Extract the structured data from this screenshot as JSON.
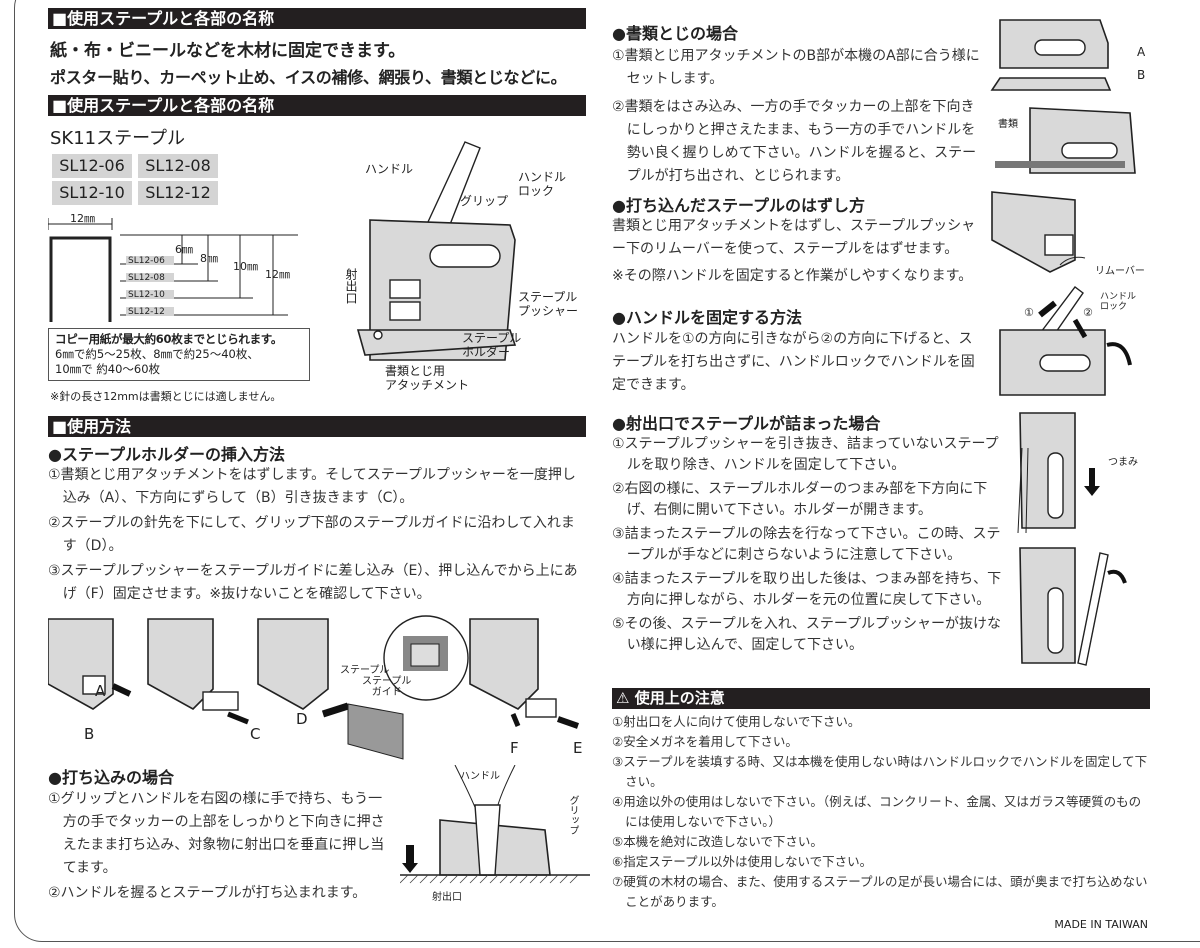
{
  "left": {
    "header1": "■使用ステープルと各部の名称",
    "intro": [
      "紙・布・ビニールなどを木材に固定できます。",
      "ポスター貼り、カーペット止め、イスの補修、網張り、書類とじなどに。"
    ],
    "header2": "■使用ステープルと各部の名称",
    "staple_title": "SK11ステープル",
    "models": [
      "SL12-06",
      "SL12-08",
      "SL12-10",
      "SL12-12"
    ],
    "width_label": "12㎜",
    "lengths": [
      "6㎜",
      "8㎜",
      "10㎜",
      "12㎜"
    ],
    "parts": {
      "handle": "ハンドル",
      "grip": "グリップ",
      "handle_lock": "ハンドル\nロック",
      "outlet": "射出口",
      "pusher": "ステープル\nプッシャー",
      "holder": "ステープル\nホルダー",
      "attachment": "書類とじ用\nアタッチメント"
    },
    "capacity": [
      "コピー用紙が最大約60枚までとじられます。",
      "6㎜で約5～25枚、8㎜で約25～40枚、",
      "10㎜で 約40～60枚"
    ],
    "note": "※針の長さ12mmは書類とじには適しません。",
    "header3": "■使用方法",
    "holder_title": "●ステープルホルダーの挿入方法",
    "holder_steps": [
      "①書類とじ用アタッチメントをはずします。そしてステープルプッシャーを一度押し込み（A）、下方向にずらして（B）引き抜きます（C）。",
      "②ステープルの針先を下にして、グリップ下部のステープルガイドに沿わして入れます（D）。",
      "③ステープルプッシャーをステープルガイドに差し込み（E）、押し込んでから上にあげ（F）固定させます。※抜けないことを確認して下さい。"
    ],
    "fig_letters": [
      "A",
      "B",
      "C",
      "D",
      "E",
      "F"
    ],
    "fig_staple": "ステープル",
    "fig_guide": "ステープル\nガイド",
    "drive_title": "●打ち込みの場合",
    "drive_steps": [
      "①グリップとハンドルを右図の様に手で持ち、もう一方の手でタッカーの上部をしっかりと下向きに押さえたまま打ち込み、対象物に射出口を垂直に押し当てます。",
      "②ハンドルを握るとステープルが打ち込まれます。"
    ],
    "drive_fig": {
      "handle": "ハンドル",
      "grip": "グリップ",
      "outlet": "射出口"
    }
  },
  "right": {
    "doc_title": "●書類とじの場合",
    "doc_steps": [
      "①書類とじ用アタッチメントのB部が本機のA部に合う様にセットします。",
      "②書類をはさみ込み、一方の手でタッカーの上部を下向きにしっかりと押さえたまま、もう一方の手でハンドルを勢い良く握りしめて下さい。ハンドルを握ると、ステープルが打ち出され、とじられます。"
    ],
    "doc_fig": {
      "a": "A",
      "b": "B",
      "papers": "書類"
    },
    "remove_title": "●打ち込んだステープルのはずし方",
    "remove_text": "書類とじ用アタッチメントをはずし、ステープルプッシャー下のリムーバーを使って、ステープルをはずせます。",
    "remove_note": "※その際ハンドルを固定すると作業がしやすくなります。",
    "remover_label": "リムーバー",
    "lock_title": "●ハンドルを固定する方法",
    "lock_text": "ハンドルを①の方向に引きながら②の方向に下げると、ステープルを打ち出さずに、ハンドルロックでハンドルを固定できます。",
    "lock_fig": {
      "n1": "①",
      "n2": "②",
      "label": "ハンドル\nロック"
    },
    "jam_title": "●射出口でステープルが詰まった場合",
    "jam_steps": [
      "①ステープルプッシャーを引き抜き、詰まっていないステープルを取り除き、ハンドルを固定して下さい。",
      "②右図の様に、ステープルホルダーのつまみ部を下方向に下げ、右側に開いて下さい。ホルダーが開きます。",
      "③詰まったステープルの除去を行なって下さい。この時、ステープルが手などに刺さらないように注意して下さい。",
      "④詰まったステープルを取り出した後は、つまみ部を持ち、下方向に押しながら、ホルダーを元の位置に戻して下さい。",
      "⑤その後、ステープルを入れ、ステープルプッシャーが抜けない様に押し込んで、固定して下さい。"
    ],
    "knob_label": "つまみ",
    "caution_title": "使用上の注意",
    "cautions": [
      "①射出口を人に向けて使用しないで下さい。",
      "②安全メガネを着用して下さい。",
      "③ステープルを装填する時、又は本機を使用しない時はハンドルロックでハンドルを固定して下さい。",
      "④用途以外の使用はしないで下さい。（例えば、コンクリート、金属、又はガラス等硬質のものには使用しないで下さい。）",
      "⑤本機を絶対に改造しないで下さい。",
      "⑥指定ステープル以外は使用しないで下さい。",
      "⑦硬質の木材の場合、また、使用するステープルの足が長い場合には、頭が奥まで打ち込めないことがあります。"
    ],
    "made_in": "MADE IN TAIWAN"
  }
}
